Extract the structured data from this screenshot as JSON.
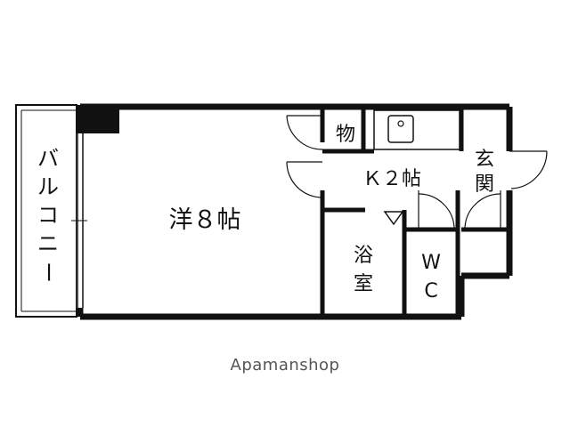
{
  "floor_plan": {
    "rooms": {
      "western_room": "洋８帖",
      "kitchen": "Ｋ２帖",
      "storage": "物",
      "entrance": [
        "玄",
        "関"
      ],
      "bath": [
        "浴",
        "室"
      ],
      "toilet": [
        "W",
        "C"
      ],
      "balcony": [
        "バ",
        "ル",
        "コ",
        "ニ",
        "ー"
      ]
    }
  },
  "watermark": "Apamanshop"
}
